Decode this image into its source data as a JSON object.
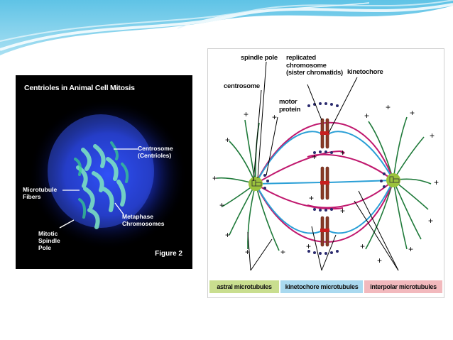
{
  "photo": {
    "title": "Centrioles in Animal Cell Mitosis",
    "labels": {
      "centrosome_line1": "Centrosome",
      "centrosome_line2": "(Centrioles)",
      "microtubule_line1": "Microtubule",
      "microtubule_line2": "Fibers",
      "metaphase_line1": "Metaphase",
      "metaphase_line2": "Chromosomes",
      "mitotic_line1": "Mitotic",
      "mitotic_line2": "Spindle",
      "mitotic_line3": "Pole"
    },
    "figure": "Figure 2"
  },
  "diagram": {
    "labels": {
      "spindle_pole": "spindle pole",
      "replicated_line1": "replicated",
      "replicated_line2": "chromosome",
      "replicated_line3": "(sister chromatids)",
      "kinetochore": "kinetochore",
      "centrosome": "centrosome",
      "motor_line1": "motor",
      "motor_line2": "protein"
    },
    "plus_sign": "+",
    "legend": {
      "astral": "astral microtubules",
      "kinetochore": "kinetochore microtubules",
      "interpolar": "interpolar microtubules"
    },
    "colors": {
      "astral": "#1f7a3a",
      "kinetochore": "#2a9fd6",
      "interpolar": "#c0186e",
      "astral_legend_bg": "#c9de8f",
      "kinetochore_legend_bg": "#a9d9ef",
      "interpolar_legend_bg": "#f2b9bd",
      "centrosome": "#9bc23c",
      "chromosome": "#8a3a26",
      "kinetochore_mark": "#c81e1e",
      "motor": "#2a2a6e"
    }
  }
}
